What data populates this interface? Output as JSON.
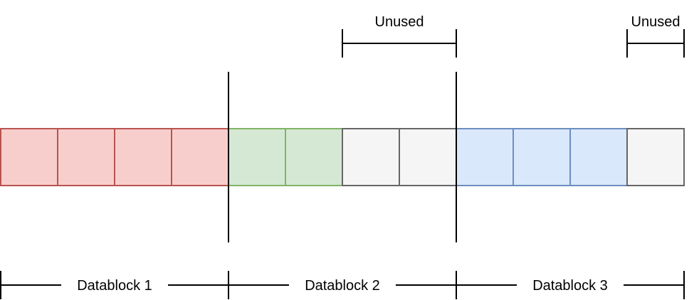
{
  "colors": {
    "red_fill": "#f8cecc",
    "red_stroke": "#b85450",
    "green_fill": "#d5e8d4",
    "green_stroke": "#82b366",
    "gray_fill": "#f5f5f5",
    "gray_stroke": "#666666",
    "blue_fill": "#dae8fc",
    "blue_stroke": "#6c8ebf",
    "line": "#000000"
  },
  "cells": [
    {
      "kind": "red"
    },
    {
      "kind": "red"
    },
    {
      "kind": "red"
    },
    {
      "kind": "red"
    },
    {
      "kind": "green"
    },
    {
      "kind": "green"
    },
    {
      "kind": "gray"
    },
    {
      "kind": "gray"
    },
    {
      "kind": "blue"
    },
    {
      "kind": "blue"
    },
    {
      "kind": "blue"
    },
    {
      "kind": "gray"
    }
  ],
  "unused_labels": [
    "Unused",
    "Unused"
  ],
  "datablocks": [
    "Datablock 1",
    "Datablock 2",
    "Datablock 3"
  ]
}
